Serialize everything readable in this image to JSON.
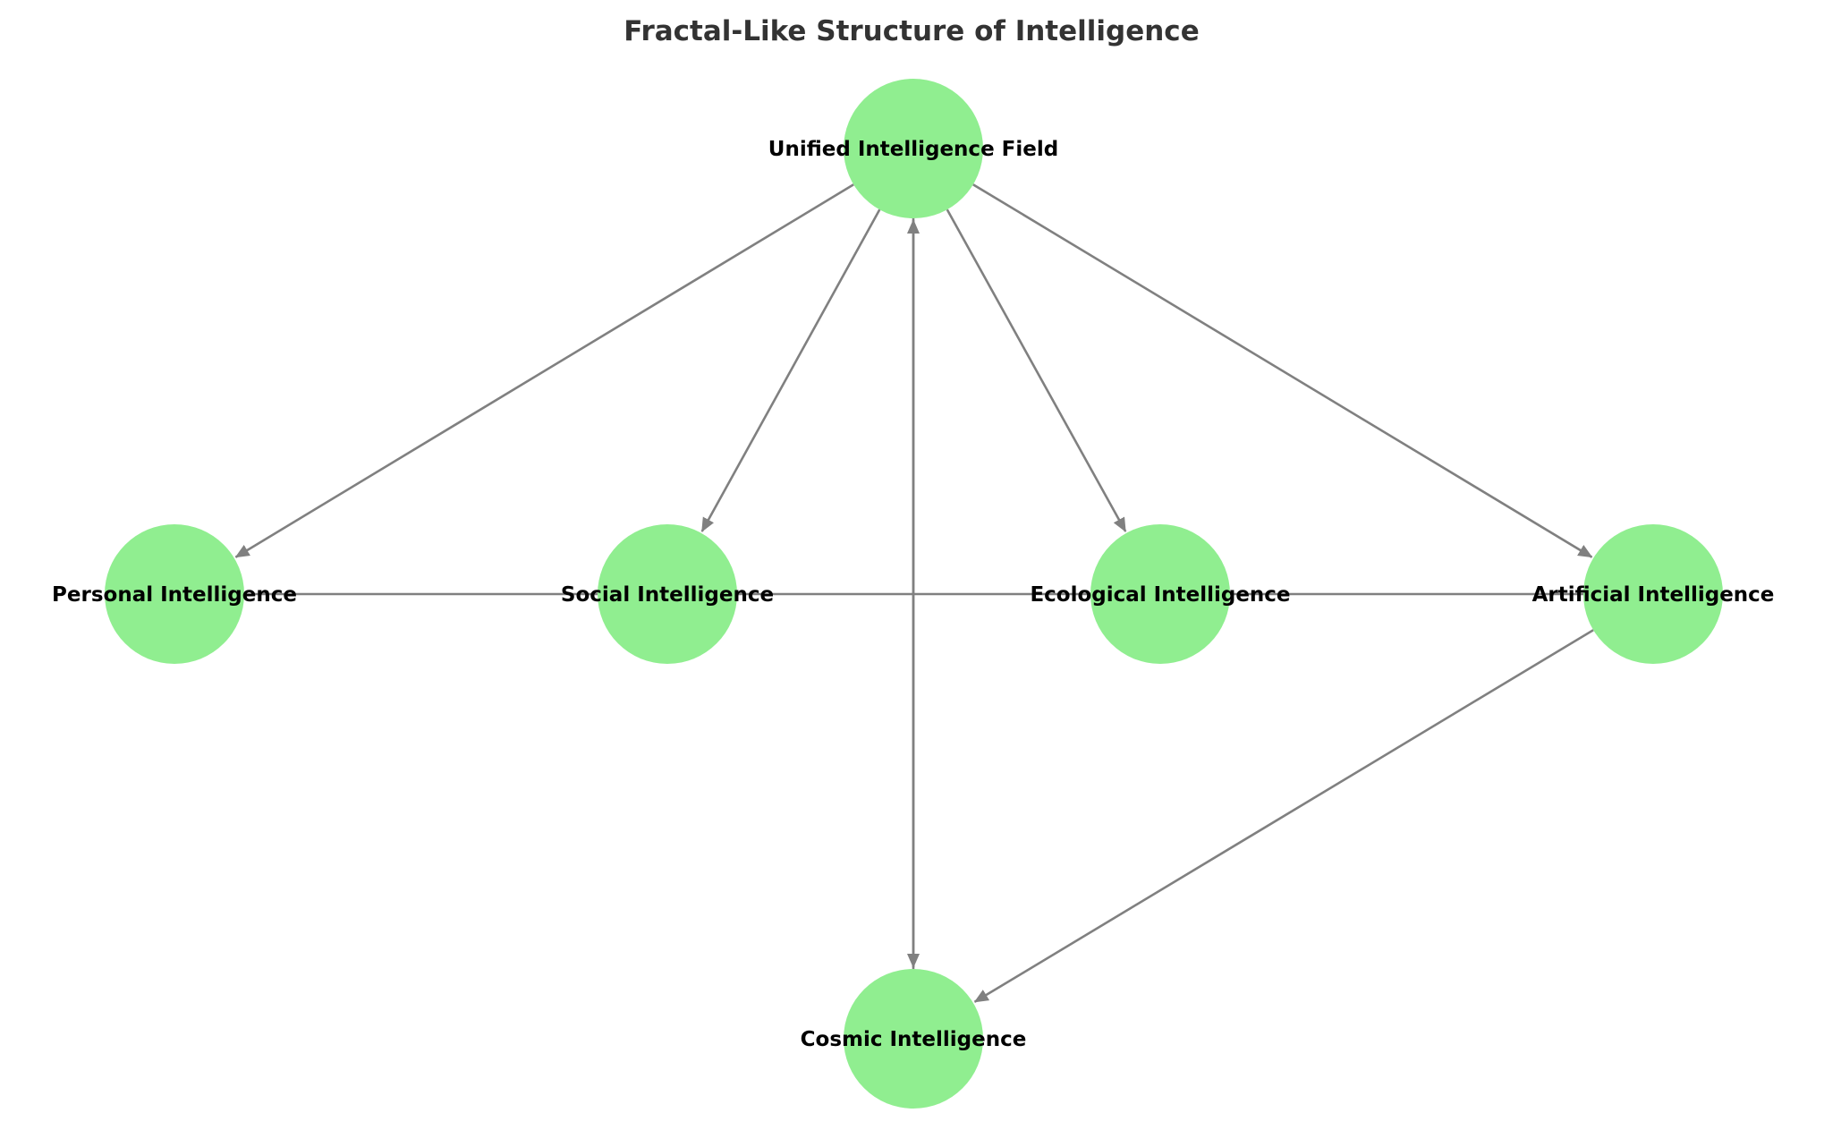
{
  "diagram": {
    "title": "Fractal-Like Structure of Intelligence",
    "node_color": "#90ee90",
    "edge_color": "#808080",
    "title_color": "#333333",
    "label_color": "#000000",
    "nodes": [
      {
        "id": "unified",
        "label": "Unified Intelligence Field"
      },
      {
        "id": "personal",
        "label": "Personal Intelligence"
      },
      {
        "id": "social",
        "label": "Social Intelligence"
      },
      {
        "id": "ecological",
        "label": "Ecological Intelligence"
      },
      {
        "id": "artificial",
        "label": "Artificial Intelligence"
      },
      {
        "id": "cosmic",
        "label": "Cosmic Intelligence"
      }
    ],
    "edges": [
      {
        "from": "unified",
        "to": "personal"
      },
      {
        "from": "unified",
        "to": "social"
      },
      {
        "from": "unified",
        "to": "ecological"
      },
      {
        "from": "unified",
        "to": "artificial"
      },
      {
        "from": "unified",
        "to": "cosmic"
      },
      {
        "from": "cosmic",
        "to": "unified"
      },
      {
        "from": "personal",
        "to": "social"
      },
      {
        "from": "social",
        "to": "ecological"
      },
      {
        "from": "ecological",
        "to": "artificial"
      },
      {
        "from": "artificial",
        "to": "cosmic"
      }
    ]
  }
}
